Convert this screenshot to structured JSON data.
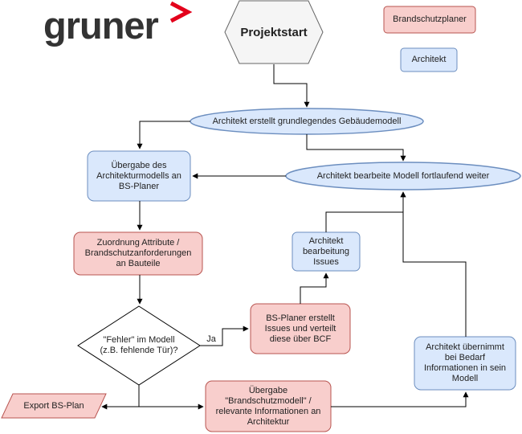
{
  "logo": {
    "text": "gruner"
  },
  "colors": {
    "bs_fill": "#f8cecc",
    "bs_stroke": "#b85450",
    "arch_fill": "#dae8fc",
    "arch_stroke": "#6c8ebf",
    "neutral_fill": "#f5f5f5",
    "neutral_stroke": "#666666",
    "logo_accent": "#e3001b"
  },
  "legend": {
    "bs": "Brandschutzplaner",
    "arch": "Architekt"
  },
  "nodes": {
    "start": "Projektstart",
    "arch_model": "Architekt erstellt grundlegendes Gebäudemodell",
    "uebergabe": "Übergabe des\nArchitekturmodells an\nBS-Planer",
    "bearbeitet": "Architekt bearbeite Modell fortlaufend weiter",
    "zuordnung": "Zuordnung Attribute /\nBrandschutzanforderungen\nan Bauteile",
    "issues_arch": "Architekt\nbearbeitung\nIssues",
    "fehler": "\"Fehler\" im Modell\n(z.B. fehlende Tür)?",
    "bcf": "BS-Planer erstellt\nIssues und verteilt\ndiese über BCF",
    "uebernimmt": "Architekt übernimmt\nbei Bedarf\nInformationen in sein\nModell",
    "export": "Export BS-Plan",
    "bs_modell": "Übergabe\n\"Brandschutzmodell\" /\nrelevante Informationen an\nArchitektur"
  },
  "edge_labels": {
    "ja": "Ja"
  }
}
